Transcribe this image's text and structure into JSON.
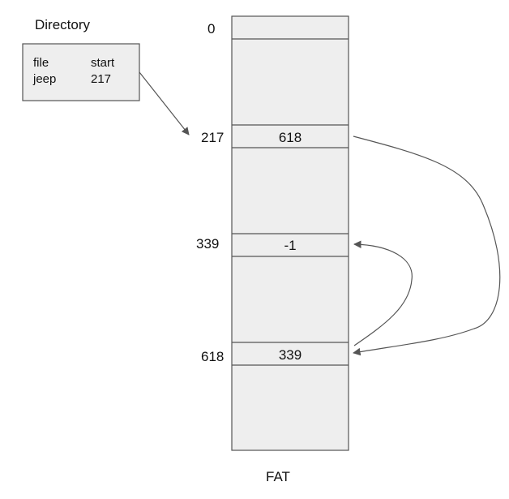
{
  "directory": {
    "title": "Directory",
    "header": {
      "col1": "file",
      "col2": "start"
    },
    "entry": {
      "file": "jeep",
      "start": "217"
    }
  },
  "fat": {
    "label": "FAT",
    "first_index": "0",
    "entries": [
      {
        "index": "217",
        "value": "618"
      },
      {
        "index": "339",
        "value": "-1"
      },
      {
        "index": "618",
        "value": "339"
      }
    ]
  },
  "colors": {
    "fill": "#eeeeee",
    "stroke": "#555555",
    "text": "#111111"
  }
}
